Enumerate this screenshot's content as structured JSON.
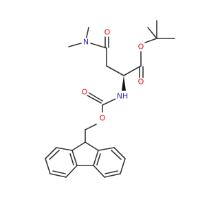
{
  "colors": {
    "bond": "#333333",
    "N": "#2a2ac8",
    "O": "#e01010",
    "wedge": "#111111"
  },
  "atoms": {
    "n_amide": {
      "text": "N",
      "color": "N"
    },
    "o_amide": {
      "text": "O",
      "color": "O"
    },
    "o_ester_single": {
      "text": "O",
      "color": "O"
    },
    "o_ester_carbonyl": {
      "text": "O",
      "color": "O"
    },
    "nh_carbamate": {
      "text": "NH",
      "color": "N"
    },
    "o_carbamate_carbonyl": {
      "text": "O",
      "color": "O"
    },
    "o_carbamate_single": {
      "text": "O",
      "color": "O"
    }
  }
}
